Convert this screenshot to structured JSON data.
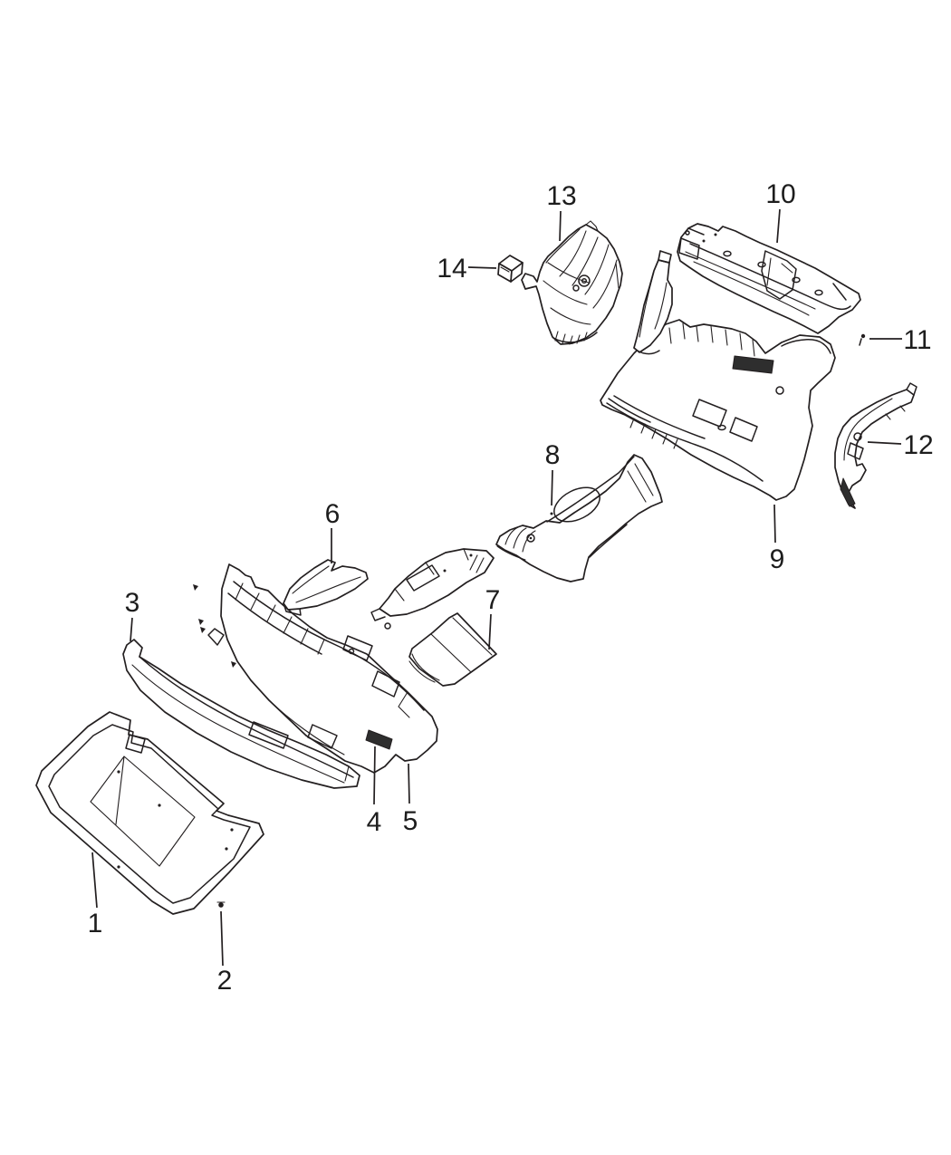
{
  "diagram": {
    "background_color": "#ffffff",
    "line_color": "#231f20",
    "callouts": [
      {
        "label": "1"
      },
      {
        "label": "2"
      },
      {
        "label": "3"
      },
      {
        "label": "4"
      },
      {
        "label": "5"
      },
      {
        "label": "6"
      },
      {
        "label": "7"
      },
      {
        "label": "8"
      },
      {
        "label": "9"
      },
      {
        "label": "10"
      },
      {
        "label": "11"
      },
      {
        "label": "12"
      },
      {
        "label": "13"
      },
      {
        "label": "14"
      }
    ]
  }
}
